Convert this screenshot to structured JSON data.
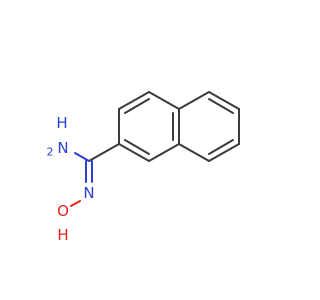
{
  "structure": {
    "labels": {
      "amine_h2": "H",
      "amine_n": "N",
      "imine_n": "N",
      "hydroxyl_o": "O",
      "hydroxyl_h": "H"
    },
    "colors": {
      "bond": "#3a3a3a",
      "nitrogen": "#2c3fd0",
      "oxygen": "#e0231b",
      "background": "#ffffff"
    }
  }
}
